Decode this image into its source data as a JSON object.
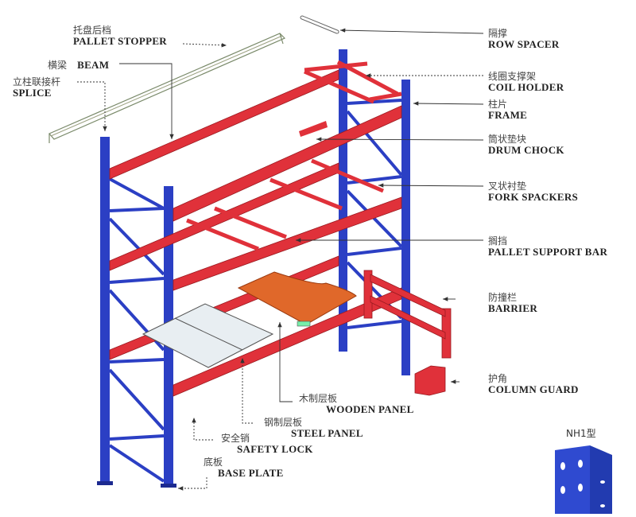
{
  "diagram": {
    "title": "Pallet racking component diagram",
    "colors": {
      "upright": "#2b3fc4",
      "beam": "#e0313a",
      "wooden_panel": "#e0682a",
      "steel_panel": "#e8eef2",
      "leader_line": "#333333",
      "background": "#ffffff"
    },
    "labels": [
      {
        "id": "pallet-stopper",
        "cn": "托盘后档",
        "en": "PALLET STOPPER"
      },
      {
        "id": "beam",
        "cn": "横梁",
        "en": "BEAM"
      },
      {
        "id": "splice",
        "cn": "立柱联接杆",
        "en": "SPLICE"
      },
      {
        "id": "row-spacer",
        "cn": "隔撑",
        "en": "ROW SPACER"
      },
      {
        "id": "coil-holder",
        "cn": "线圈支撑架",
        "en": "COIL HOLDER"
      },
      {
        "id": "frame",
        "cn": "柱片",
        "en": "FRAME"
      },
      {
        "id": "drum-chock",
        "cn": "筒状垫块",
        "en": "DRUM CHOCK"
      },
      {
        "id": "fork-spackers",
        "cn": "叉状衬垫",
        "en": "FORK SPACKERS"
      },
      {
        "id": "pallet-support-bar",
        "cn": "搁挡",
        "en": "PALLET SUPPORT BAR"
      },
      {
        "id": "barrier",
        "cn": "防撞栏",
        "en": "BARRIER"
      },
      {
        "id": "column-guard",
        "cn": "护角",
        "en": "COLUMN GUARD"
      },
      {
        "id": "wooden-panel",
        "cn": "木制层板",
        "en": "WOODEN PANEL"
      },
      {
        "id": "steel-panel",
        "cn": "钢制层板",
        "en": "STEEL PANEL"
      },
      {
        "id": "safety-lock",
        "cn": "安全销",
        "en": "SAFETY LOCK"
      },
      {
        "id": "base-plate",
        "cn": "底板",
        "en": "BASE PLATE"
      }
    ],
    "upright_model": "NH1型"
  }
}
